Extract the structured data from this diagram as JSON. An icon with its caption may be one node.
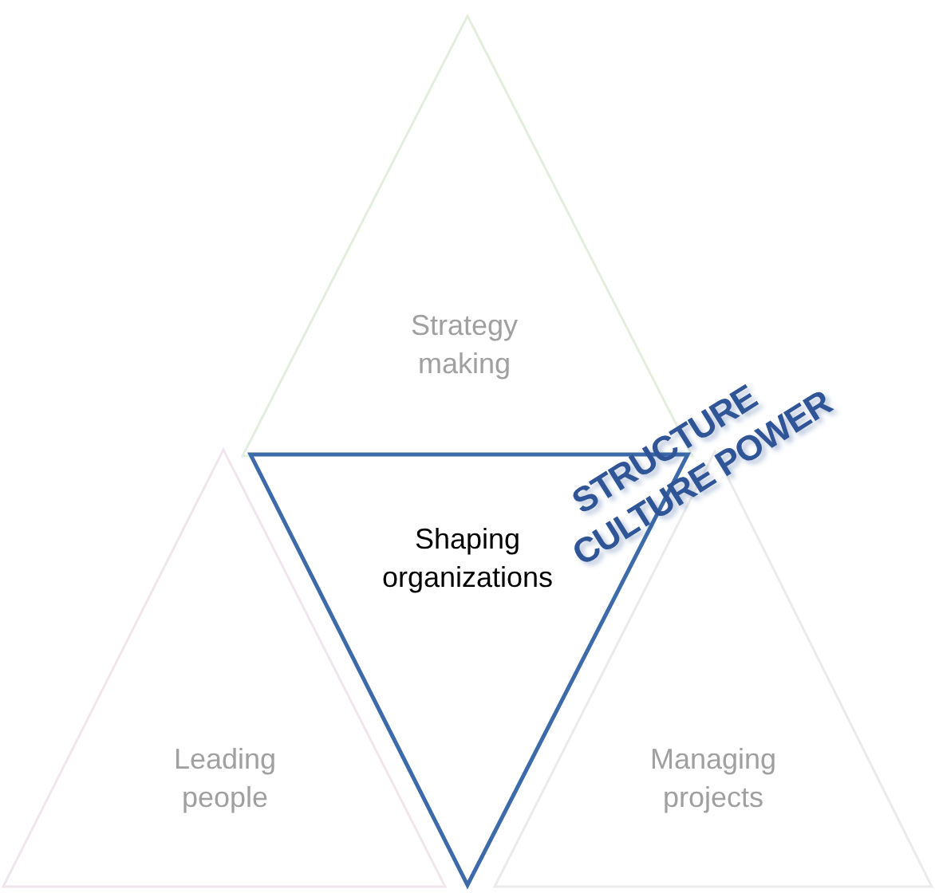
{
  "diagram": {
    "nodes": [
      {
        "text": [
          "Strategy making"
        ]
      },
      {
        "text": [
          "Leading people"
        ]
      },
      {
        "text": [
          "Managing projects"
        ]
      },
      {
        "text": [
          "Shaping organizations"
        ]
      }
    ],
    "labels": [
      "STRUCTURE",
      "CULTURE POWER"
    ]
  }
}
